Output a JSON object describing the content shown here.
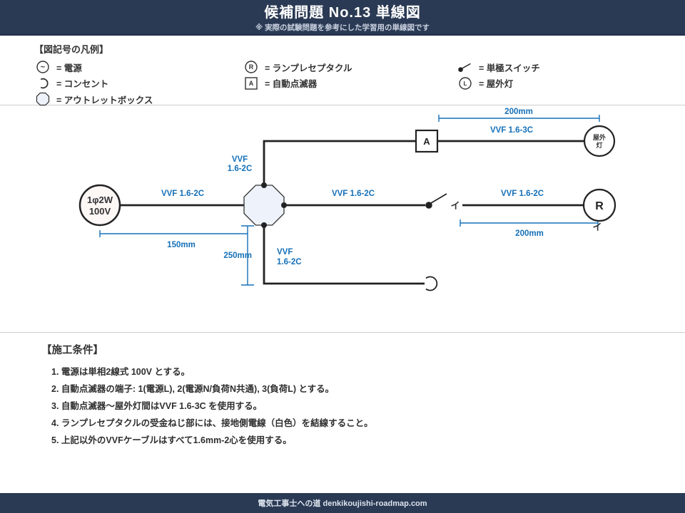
{
  "header": {
    "title": "候補問題 No.13  単線図",
    "subtitle": "※ 実際の試験問題を参考にした学習用の単線図です"
  },
  "colors": {
    "navy": "#2b3a54",
    "accent_blue": "#1570b8",
    "wire": "#222222",
    "box_fill": "#eef3fb",
    "source_fill": "#fdf7f6"
  },
  "legend": {
    "heading": "【図記号の凡例】",
    "col1": [
      {
        "icon": "power-icon",
        "label": "= 電源"
      },
      {
        "icon": "outlet-icon",
        "label": "= コンセント"
      },
      {
        "icon": "outlet-box-icon",
        "label": "= アウトレットボックス"
      }
    ],
    "col2": [
      {
        "icon": "lamp-receptacle-icon",
        "label": "= ランプレセプタクル"
      },
      {
        "icon": "auto-switch-icon",
        "label": "= 自動点滅器"
      }
    ],
    "col3": [
      {
        "icon": "single-pole-switch-icon",
        "label": "= 単極スイッチ"
      },
      {
        "icon": "outdoor-light-icon",
        "label": "= 屋外灯"
      }
    ],
    "symbols": {
      "power_glyph": "~",
      "receptacle_letter": "R",
      "auto_switch_letter": "A",
      "outdoor_letter": "L"
    }
  },
  "diagram": {
    "source": {
      "line1": "1φ2W",
      "line2": "100V"
    },
    "labels": {
      "cable_left": "VVF 1.6-2C",
      "cable_top_vvf": "VVF",
      "cable_top_size": "1.6-2C",
      "cable_mid": "VVF 1.6-2C",
      "cable_right": "VVF 1.6-2C",
      "cable_3c": "VVF 1.6-3C",
      "cable_bottom_vvf": "VVF",
      "cable_bottom_size": "1.6-2C"
    },
    "dims": {
      "top": "200mm",
      "left": "150mm",
      "vertical": "250mm",
      "right": "200mm"
    },
    "devices": {
      "auto_switch": "A",
      "receptacle": "R",
      "outdoor_light_line1": "屋外",
      "outdoor_light_line2": "灯",
      "switch_mark": "イ",
      "receptacle_mark": "イ"
    }
  },
  "conditions": {
    "heading": "【施工条件】",
    "items": [
      "1. 電源は単相2線式 100V とする。",
      "2. 自動点滅器の端子: 1(電源L), 2(電源N/負荷N共通), 3(負荷L) とする。",
      "3. 自動点滅器～屋外灯間はVVF 1.6-3C を使用する。",
      "4. ランプレセプタクルの受金ねじ部には、接地側電線（白色）を結線すること。",
      "5. 上記以外のVVFケーブルはすべて1.6mm-2心を使用する。"
    ]
  },
  "footer": {
    "text": "電気工事士への道  denkikoujishi-roadmap.com"
  }
}
